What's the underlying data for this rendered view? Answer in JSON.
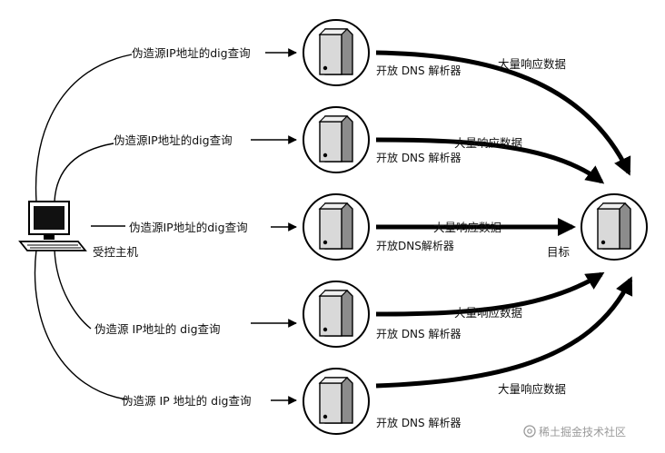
{
  "diagram": {
    "controlled_host": {
      "label": "受控主机",
      "icon": "computer-icon"
    },
    "target": {
      "label": "目标",
      "icon": "server-icon"
    },
    "resolvers": [
      {
        "query_label": "伪造源IP地址的dig查询",
        "resolver_label": "开放 DNS 解析器",
        "response_label": "大量响应数据"
      },
      {
        "query_label": "伪造源IP地址的dig查询",
        "resolver_label": "开放 DNS 解析器",
        "response_label": "大量响应数据"
      },
      {
        "query_label": "伪造源IP地址的dig查询",
        "resolver_label": "开放DNS解析器",
        "response_label": "大量响应数据"
      },
      {
        "query_label": "伪造源 IP地址的 dig查询",
        "resolver_label": "开放 DNS 解析器",
        "response_label": "大量响应数据"
      },
      {
        "query_label": "伪造源 IP 地址的 dig查询",
        "resolver_label": "开放 DNS 解析器",
        "response_label": "大量响应数据"
      }
    ],
    "colors": {
      "line": "#000000",
      "server_fill": "#d9d9d9",
      "server_dark": "#8c8c8c"
    }
  },
  "watermark": {
    "icon": "at-icon",
    "text": "稀土掘金技术社区"
  }
}
